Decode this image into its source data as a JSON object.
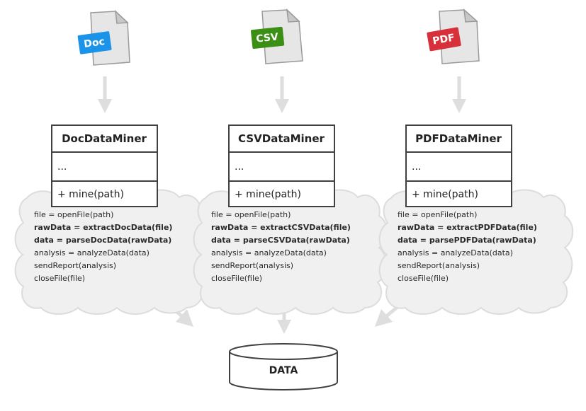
{
  "colors": {
    "doc": "#1a93e8",
    "csv": "#3b8f14",
    "pdf": "#d8303a"
  },
  "columns": [
    {
      "file_label": "Doc",
      "file_color": "#1a93e8",
      "class_name": "DocDataMiner",
      "attributes": "...",
      "method": "+ mine(path)",
      "code": [
        "file = openFile(path)",
        "rawData = extractDocData(file)",
        "data = parseDocData(rawData)",
        "analysis = analyzeData(data)",
        "sendReport(analysis)",
        "closeFile(file)"
      ]
    },
    {
      "file_label": "CSV",
      "file_color": "#3b8f14",
      "class_name": "CSVDataMiner",
      "attributes": "...",
      "method": "+ mine(path)",
      "code": [
        "file = openFile(path)",
        "rawData = extractCSVData(file)",
        "data = parseCSVData(rawData)",
        "analysis = analyzeData(data)",
        "sendReport(analysis)",
        "closeFile(file)"
      ]
    },
    {
      "file_label": "PDF",
      "file_color": "#d8303a",
      "class_name": "PDFDataMiner",
      "attributes": "...",
      "method": "+ mine(path)",
      "code": [
        "file = openFile(path)",
        "rawData = extractPDFData(file)",
        "data = parsePDFData(rawData)",
        "analysis = analyzeData(data)",
        "sendReport(analysis)",
        "closeFile(file)"
      ]
    }
  ],
  "database": {
    "label": "DATA"
  }
}
